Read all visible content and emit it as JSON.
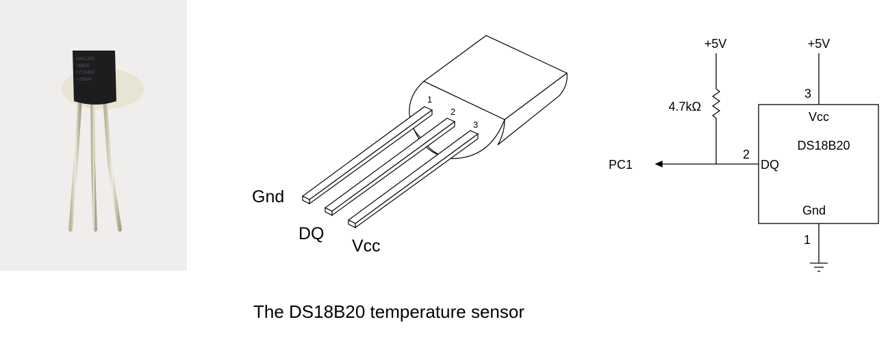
{
  "photo": {
    "marking_lines": [
      "DALLAS",
      "18B20",
      "0710494",
      "+200AI"
    ]
  },
  "package": {
    "pin_numbers": [
      "1",
      "2",
      "3"
    ],
    "pin_labels": [
      "Gnd",
      "DQ",
      "Vcc"
    ]
  },
  "schematic": {
    "supply_left": "+5V",
    "supply_right": "+5V",
    "resistor_label": "4.7kΩ",
    "signal_label": "PC1",
    "chip_name": "DS18B20",
    "pin_vcc_label": "Vcc",
    "pin_dq_label": "DQ",
    "pin_gnd_label": "Gnd",
    "pin_vcc_num": "3",
    "pin_dq_num": "2",
    "pin_gnd_num": "1"
  },
  "caption": "The DS18B20 temperature sensor"
}
